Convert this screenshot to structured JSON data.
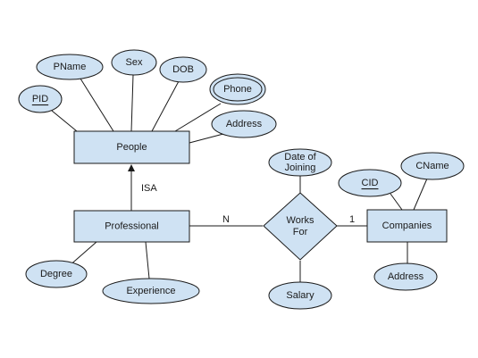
{
  "entities": {
    "people": "People",
    "professional": "Professional",
    "companies": "Companies"
  },
  "relationship": {
    "line1": "Works",
    "line2": "For"
  },
  "attributes": {
    "pid": "PID",
    "pname": "PName",
    "sex": "Sex",
    "dob": "DOB",
    "phone": "Phone",
    "people_address": "Address",
    "date_of_joining_line1": "Date of",
    "date_of_joining_line2": "Joining",
    "salary": "Salary",
    "cid": "CID",
    "cname": "CName",
    "companies_address": "Address",
    "degree": "Degree",
    "experience": "Experience"
  },
  "labels": {
    "isa": "ISA",
    "cardinality_many": "N",
    "cardinality_one": "1"
  }
}
